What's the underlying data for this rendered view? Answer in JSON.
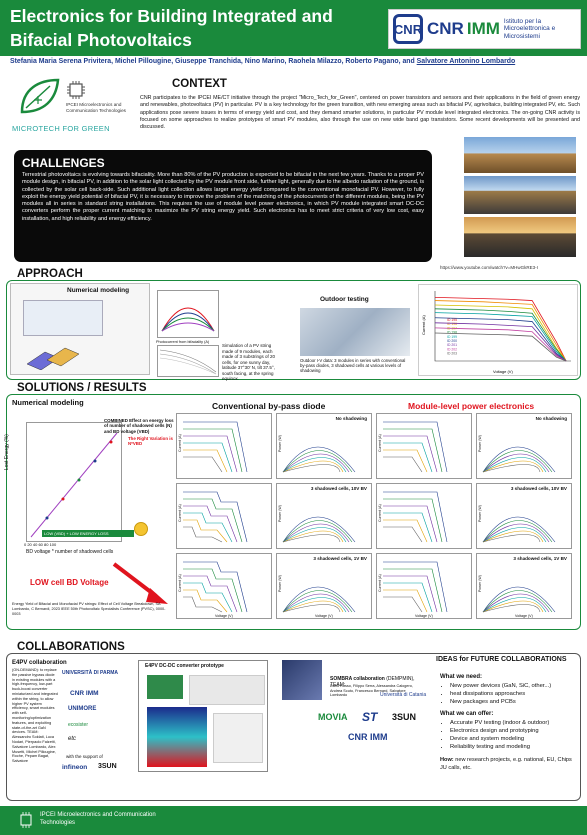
{
  "header": {
    "title": "Electronics for Building Integrated and Bifacial Photovoltaics",
    "logo_letters": "CNR",
    "logo_name": "CNR",
    "logo_accent": "IMM",
    "logo_sub": "Istituto per la Microelettronica e Microsistemi",
    "authors": "Stefania Maria Serena Privitera, Michel Pillougine, Giuseppe Tranchida, Nino Marino, Raohela Milazzo, Roberto Pagano, and",
    "last_author": "Salvatore Antonino Lombardo",
    "colors": {
      "green": "#1a8a3c",
      "blue": "#1e3c8c",
      "red": "#e0141e"
    }
  },
  "context": {
    "title": "CONTEXT",
    "logo_text_1": "IPCEI Microelectronics and Communication Technologies",
    "logo_text_2": "MICROTECH FOR GREEN",
    "text": "CNR participates to the IPCEI ME/CT initiative through the project \"Micro_Tech_for_Green\", centered on power transistors and sensors and their applications in the field of green energy and renewables, photovoltaics (PV) in particular. PV is a key technology for the green transition, with new emerging areas such as bifacial PV, agrivoltaics, building integrated PV, etc. Such applications pose severe issues in terms of energy yield and cost, and they demand smarter solutions, in particular PV module level integrated electronics. The on-going CNR activity is focused on some approaches to realize prototypes of smart PV modules, also through the use on new wide band gap transistors. Some recent developments will be presented and discussed."
  },
  "challenges": {
    "title": "CHALLENGES",
    "text": "Terrestrial photovoltaics is evolving towards bifaciality. More than 80% of the PV production is expected to be bifacial in the next few years. Thanks to a proper PV module design, in bifacial PV, in addition to the solar light collected by the PV module front side, further light, generally due to the albedo radiation of the ground, is collected by the solar cell back-side. Such additional light collection allows larger energy yield compared to the conventional monofacial PV. However, to fully exploit the energy yield potential of bifacial PV, it is necessary to improve the problem of the matching of the photocurrents of the different modules, being the PV modules all in series in standard string installations. This requires the use of module level power electronics, in which PV module integrated smart DC-DC converters perform the proper current matching to maximize the PV string energy yield. Such electronics has to meet strict criteria of very low cost, easy installation, and high reliability and energy efficiency.",
    "photo_url": "https://www.youtube.com/watch?v=MHwGkRE3-I"
  },
  "approach": {
    "title": "APPROACH",
    "numerical_title": "Numerical modeling",
    "sim_note": "Simulation of a PV string made of 9 modules, each made of 3 substrings of 20 cells, for one sunny day, latitude 37°30' N, tilt 37.5°, south facing, at the spring equinox.",
    "chart_caption": "Photocurrent from bifaciality (A)",
    "outdoor_title": "Outdoor testing",
    "outdoor_caption": "Outdoor I-V data: 3 modules in series with conventional by-pass diodes, 3 shadowed cells at various levels of shadowing",
    "iv_legend": [
      "ID 195",
      "ID 196",
      "ID 197",
      "ID 198",
      "ID 199",
      "ID 200",
      "ID 201",
      "ID 202",
      "ID 203"
    ],
    "iv_xlabel": "Voltage (V)",
    "iv_ylabel": "Current (A)"
  },
  "chart_data": [
    {
      "type": "line",
      "title": "",
      "xlabel": "Voltage (V)",
      "ylabel": "Current (A)",
      "x": [
        0,
        5,
        10,
        15,
        20,
        25,
        27
      ],
      "xlim": [
        0,
        28
      ],
      "ylim": [
        0,
        11
      ],
      "series": [
        {
          "name": "ID 195",
          "values": [
            10,
            9.9,
            9.8,
            9.7,
            9.5,
            3,
            0
          ]
        },
        {
          "name": "ID 196",
          "values": [
            9.5,
            9.4,
            9.3,
            9.1,
            8.9,
            2.5,
            0
          ]
        },
        {
          "name": "ID 197",
          "values": [
            8.8,
            8.7,
            8.6,
            8.5,
            8.2,
            2,
            0
          ]
        },
        {
          "name": "ID 198",
          "values": [
            8.2,
            8.1,
            8.0,
            7.8,
            7.5,
            1.8,
            0
          ]
        },
        {
          "name": "ID 199",
          "values": [
            7.6,
            7.5,
            7.4,
            7.2,
            7.0,
            1.5,
            0
          ]
        },
        {
          "name": "ID 200",
          "values": [
            6.8,
            6.7,
            6.6,
            6.5,
            6.2,
            1.2,
            0
          ]
        },
        {
          "name": "ID 201",
          "values": [
            6.0,
            5.9,
            5.8,
            5.6,
            5.4,
            1.0,
            0
          ]
        },
        {
          "name": "ID 202",
          "values": [
            5.2,
            5.1,
            5.0,
            4.9,
            4.6,
            0.8,
            0
          ]
        },
        {
          "name": "ID 203",
          "values": [
            4.4,
            4.3,
            4.2,
            4.1,
            3.9,
            0.6,
            0
          ]
        }
      ]
    }
  ],
  "results": {
    "title": "SOLUTIONS / RESULTS",
    "numerical_title": "Numerical modeling",
    "combined_note": "COMBINED Effect on energy loss of number of shadowed cells (N) and BD voltage (VBD)",
    "variation_note": "The Right Variation is N*VBD",
    "xaxis": "BD voltage * number of shadowed cells",
    "yaxis": "Lost Energy (%)",
    "formula": "LOW (VBD) + LOW ENERGY LOSS",
    "low_bd": "LOW cell BD Voltage",
    "citation": "Energy Yield of Bifacial and Monofacial PV strings: Effect of Cell Voltage Breakdown, SA Lombardo, C Bernardi, 2023 IEEE 50th Photovoltaic Specialists Conference (PVSC), 0000-0003",
    "conventional_title": "Conventional by-pass diode",
    "mlpe_title": "Module-level power electronics",
    "row_labels": [
      "No shadowing",
      "3 shadowed cells, 10V BV",
      "3 shadowed cells, 1V BV"
    ],
    "current_label": "Current (A)",
    "power_label": "Power (W)",
    "voltage_label": "Voltage (V)"
  },
  "collaborations": {
    "title": "COLLABORATIONS",
    "e4pv_title": "E4PV collaboration",
    "e4pv_text": "(ON-DEMAND): to replace the passive bypass diode in existing modules with a high-frequency, low-part buck-boost converter miniaturized and integrated within the string, to allow higher PV system efficiency, smart modules with self-monitoring/optimization features, and exploiting state-of-the-art GaN devices. TEAM: Alessandro Soldati, Luca Nodari, Pierpaolo Falzetti, Salvatore Lombardo, Alex Musetti, Michel Pillougine, Roche, Pepam Bagat, Salvatore",
    "partner_parma": "UNIVERSITÀ DI PARMA",
    "partner_cnr": "CNR IMM",
    "partner_modena": "UNIMORE",
    "partner_eco": "ecosister",
    "partner_etc": "etc",
    "support_text": "with the support of",
    "partner_infineon": "infineon",
    "partner_3sun": "3SUN",
    "converter_title": "E4PV DC-DC converter prototype",
    "sombra_title": "SOMBRA collaboration",
    "sombra_suffix": "(DEMPMIN), TEAM:",
    "sombra_team": "Dario Russo, Filippo Serra, Alessandra Calogero, Andrea Scuto, Francesco Bernard, Salvatore Lombardo",
    "partner_catania": "Università di Catania",
    "partner_movia": "MOVIA",
    "partner_st": "ST",
    "ideas_title": "IDEAS for FUTURE COLLABORATIONS",
    "need_title": "What we need:",
    "need_items": [
      "New power devices (GaN, SiC, other...)",
      "heat dissipations approaches",
      "New packages and PCBs"
    ],
    "offer_title": "What we can offer:",
    "offer_items": [
      "Accurate PV testing (indoor & outdoor)",
      "Electronics design and prototyping",
      "Device and system modeling",
      "Reliability testing and modeling"
    ],
    "how_title": "How:",
    "how_text": "new research projects, e.g. national, EU, Chips JU calls, etc."
  },
  "footer": {
    "text": "IPCEI Microelectronics and Communication Technologies"
  }
}
